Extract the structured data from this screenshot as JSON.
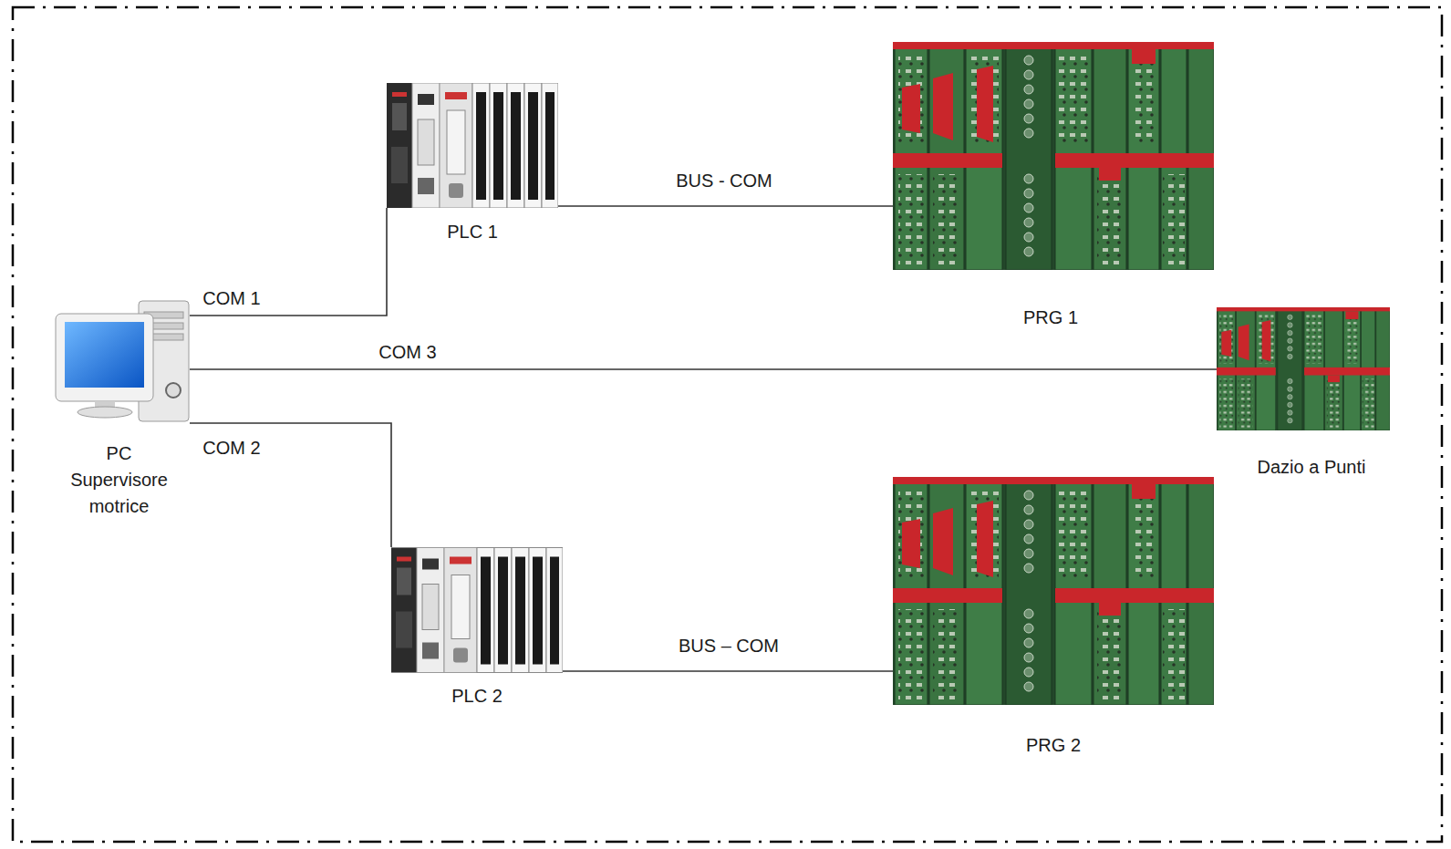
{
  "diagram": {
    "nodes": [
      {
        "text": [
          "PC Supervisore motrice"
        ]
      },
      {
        "text": [
          "PLC 1"
        ]
      },
      {
        "text": [
          "PRG 1"
        ]
      },
      {
        "text": [
          "Dazio a Punti"
        ]
      },
      {
        "text": [
          "PLC 2"
        ]
      },
      {
        "text": [
          "PRG 2"
        ]
      }
    ],
    "edges": [
      {
        "from": 0,
        "to": 1,
        "label": "COM 1",
        "arrow": "none"
      },
      {
        "from": 0,
        "to": 3,
        "label": "COM 3",
        "arrow": "none"
      },
      {
        "from": 0,
        "to": 4,
        "label": "COM 2",
        "arrow": "none"
      },
      {
        "from": 1,
        "to": 2,
        "label": "BUS - COM",
        "arrow": "none"
      },
      {
        "from": 4,
        "to": 5,
        "label": "BUS – COM",
        "arrow": "none"
      }
    ]
  }
}
